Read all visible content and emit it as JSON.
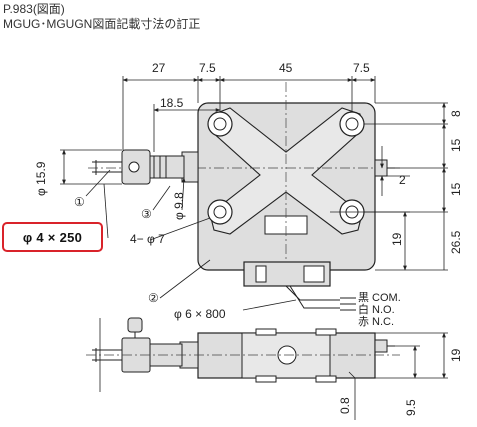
{
  "header": {
    "page_ref": "P.983(図面)",
    "title": "MGUG･MGUGN図面記載寸法の訂正"
  },
  "dimensions": {
    "d27": "27",
    "d7_5_left": "7.5",
    "d45": "45",
    "d7_5_right": "7.5",
    "d18_5": "18.5",
    "d8": "8",
    "d15_top": "15",
    "d15_bottom": "15",
    "d2": "2",
    "d15_9": "φ 15.9",
    "d9_8": "φ 9.8",
    "d19_side": "19",
    "d26_5": "26.5",
    "d19_bottom": "19",
    "d9_5": "9.5",
    "d0_8": "0.8"
  },
  "callouts": {
    "c1": "①",
    "c2": "②",
    "c3": "③",
    "holes": "4− φ 7",
    "cable_spec": "φ 6 × 800",
    "corrected_spec": "φ 4 × 250"
  },
  "wires": {
    "black": "黒 COM.",
    "white": "白 N.O.",
    "red": "赤 N.C."
  },
  "colors": {
    "highlight_border": "#d9232a",
    "line": "#222222",
    "body_fill": "#dcdcdc"
  }
}
